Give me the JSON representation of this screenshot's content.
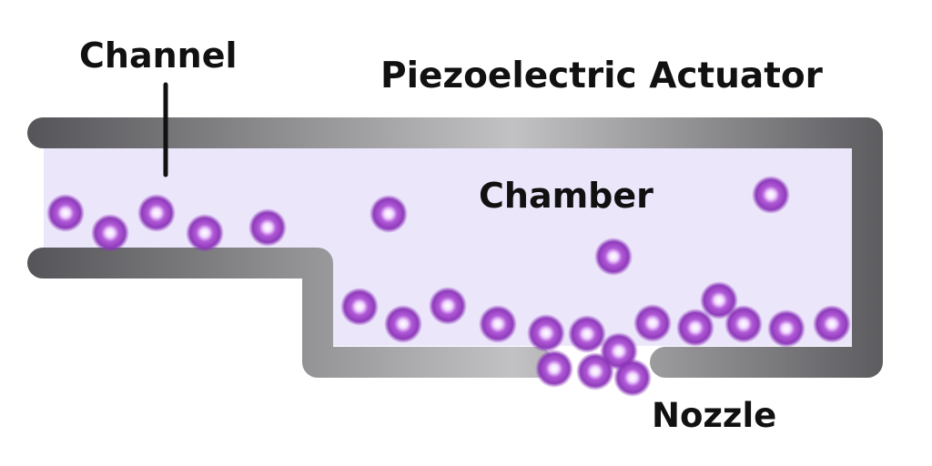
{
  "labels": {
    "channel": "Channel",
    "actuator": "Piezoelectric Actuator",
    "chamber": "Chamber",
    "nozzle": "Nozzle"
  },
  "colors": {
    "fluid": "#ece6fb",
    "wall_dark": "#555559",
    "wall_light": "#bcbcbe",
    "particle": "#9a3fc4",
    "particle_core": "#ffffff",
    "leader_line": "#111111"
  }
}
